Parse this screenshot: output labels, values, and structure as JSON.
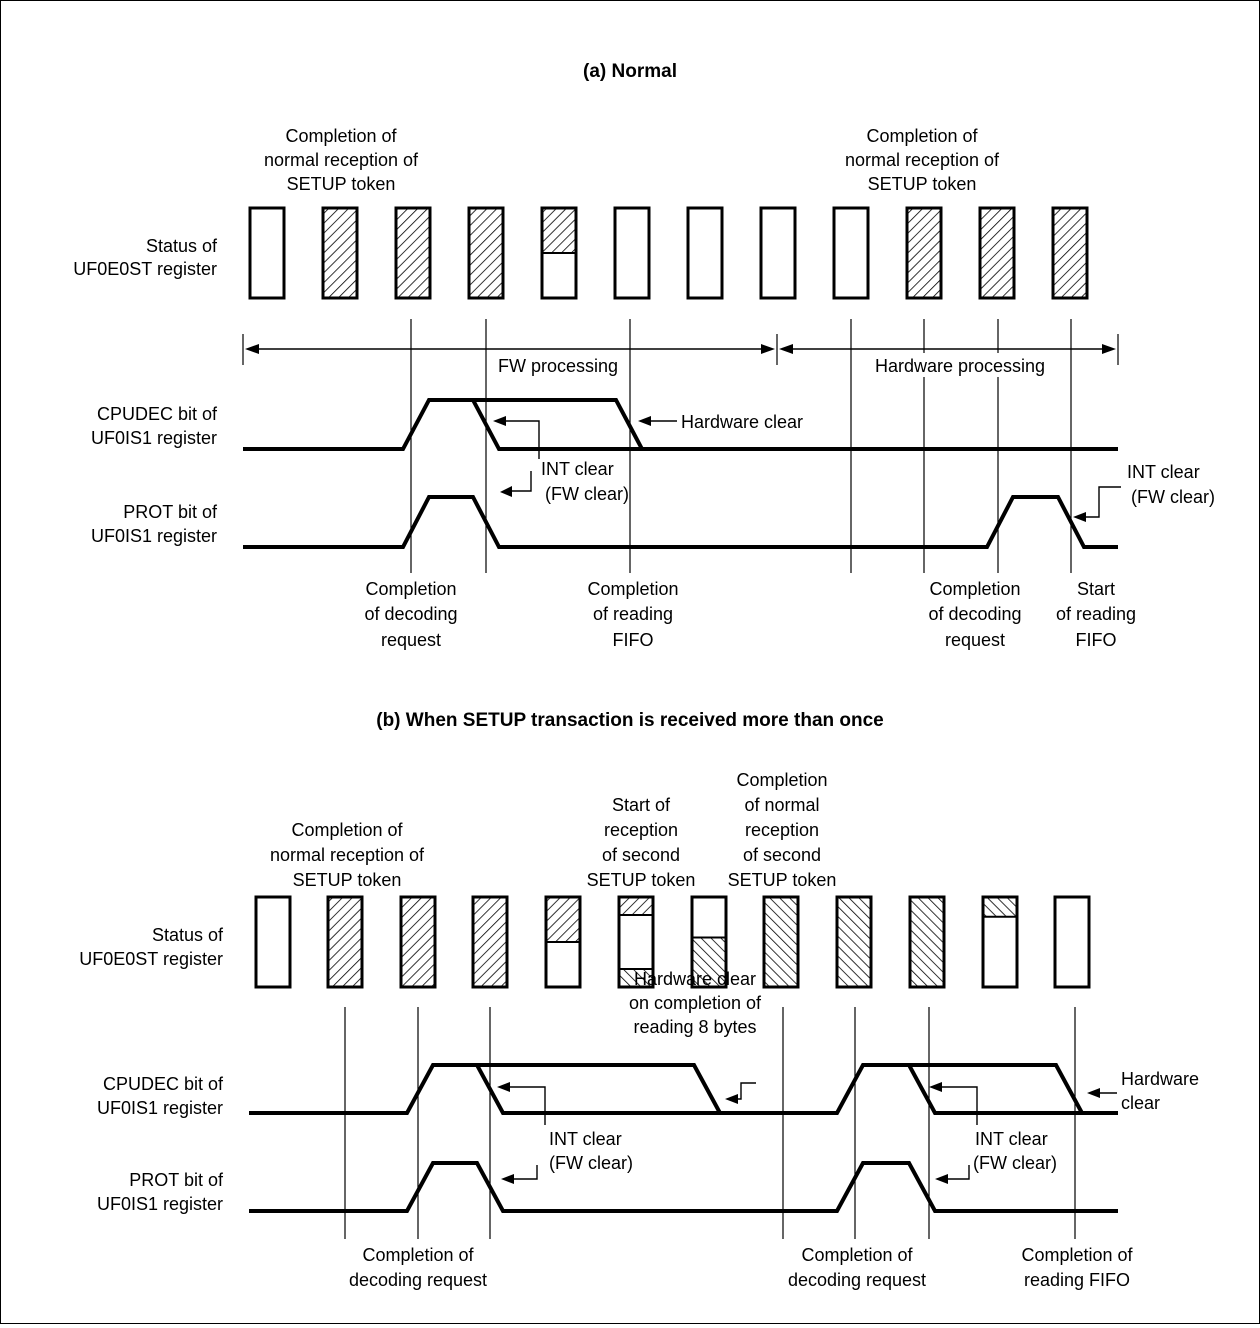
{
  "section_a": {
    "title": "(a)  Normal",
    "status_label": [
      "Status of",
      "UF0E0ST register"
    ],
    "cpudec_label": [
      "CPUDEC bit of",
      "UF0IS1 register"
    ],
    "prot_label": [
      "PROT bit of",
      "UF0IS1 register"
    ],
    "top_left_note": [
      "Completion of",
      "normal reception of",
      "SETUP token"
    ],
    "top_right_note": [
      "Completion of",
      "normal reception of",
      "SETUP token"
    ],
    "fw_processing": "FW processing",
    "hw_processing": "Hardware processing",
    "hardware_clear": "Hardware clear",
    "int_clear_left": [
      "INT clear",
      "(FW clear)"
    ],
    "int_clear_right": [
      "INT clear",
      "(FW clear)"
    ],
    "bottom_notes": {
      "decoding_left": [
        "Completion",
        "of decoding",
        "request"
      ],
      "reading_fifo": [
        "Completion",
        "of reading",
        "FIFO"
      ],
      "decoding_right": [
        "Completion",
        "of decoding",
        "request"
      ],
      "start_reading": [
        "Start",
        "of reading",
        "FIFO"
      ]
    }
  },
  "section_b": {
    "title": "(b)  When SETUP transaction is received more than once",
    "status_label": [
      "Status of",
      "UF0E0ST register"
    ],
    "cpudec_label": [
      "CPUDEC bit of",
      "UF0IS1 register"
    ],
    "prot_label": [
      "PROT bit of",
      "UF0IS1 register"
    ],
    "top_note_1": [
      "Completion of",
      "normal reception of",
      "SETUP token"
    ],
    "top_note_2": [
      "Start of",
      "reception",
      "of second",
      "SETUP token"
    ],
    "top_note_3": [
      "Completion",
      "of normal",
      "reception",
      "of second",
      "SETUP token"
    ],
    "hardware_clear_8": [
      "Hardware clear",
      "on completion of",
      "reading 8 bytes"
    ],
    "hardware_clear": [
      "Hardware",
      "clear"
    ],
    "int_clear_left": [
      "INT clear",
      "(FW clear)"
    ],
    "int_clear_right": [
      "INT clear",
      "(FW clear)"
    ],
    "bottom_notes": {
      "decoding_left": [
        "Completion of",
        "decoding request"
      ],
      "decoding_mid": [
        "Completion of",
        "decoding request"
      ],
      "reading_fifo": [
        "Completion of",
        "reading FIFO"
      ]
    }
  }
}
